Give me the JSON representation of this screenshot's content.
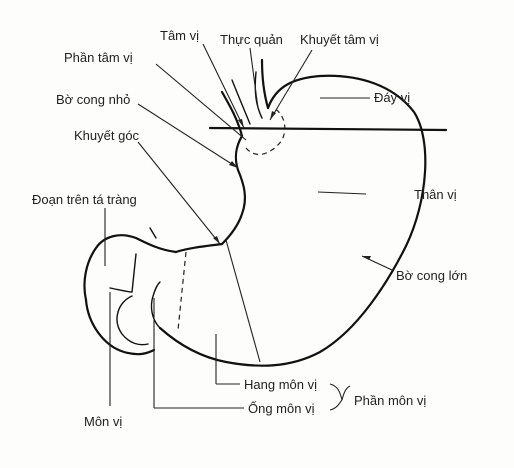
{
  "labels": {
    "tam_vi": "Tâm vị",
    "thuc_quan": "Thực quản",
    "khuyet_tam_vi": "Khuyết tâm vị",
    "phan_tam_vi": "Phần tâm vị",
    "day_vi": "Đáy vị",
    "bo_cong_nho": "Bờ cong nhỏ",
    "khuyet_goc": "Khuyết góc",
    "than_vi": "Thân vị",
    "doan_tren_ta_trang": "Đoạn trên tá tràng",
    "bo_cong_lon": "Bờ cong lớn",
    "hang_mon_vi": "Hang môn vị",
    "ong_mon_vi": "Ống môn vị",
    "phan_mon_vi": "Phần môn vị",
    "mon_vi": "Môn vị"
  }
}
